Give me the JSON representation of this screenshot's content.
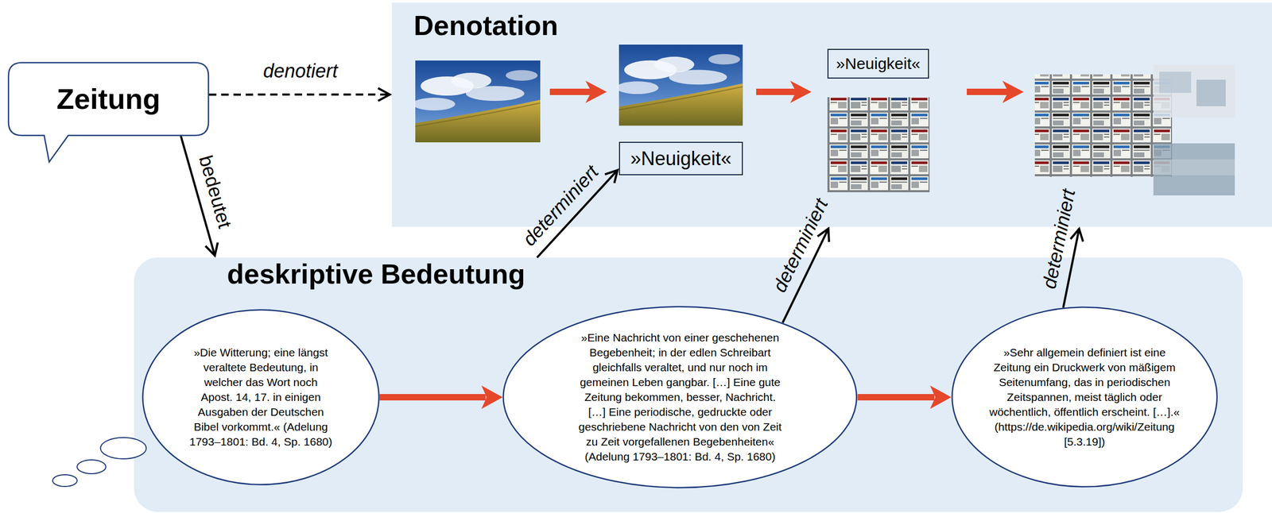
{
  "diagram": {
    "nodes": [
      {
        "text": [
          "Zeitung"
        ]
      },
      {
        "text": [
          "Denotation"
        ]
      },
      {
        "text": [
          "»Neuigkeit«"
        ],
        "in": 1
      },
      {
        "text": [
          "»Neuigkeit«"
        ],
        "in": 1
      },
      {
        "text": [
          "deskriptive Bedeutung"
        ]
      },
      {
        "text": [
          "»Die Witterung; eine längst veraltete Bedeutung, in welcher das Wort noch Apost. 14, 17. in einigen Ausgaben der Deutschen Bibel vorkommt.« (Adelung 1793–1801: Bd. 4, Sp. 1680)"
        ],
        "in": 4
      },
      {
        "text": [
          "»Eine Nachricht von einer geschehenen Begebenheit; in der edlen Schreibart gleichfalls veraltet, und nur noch im gemeinen Leben gangbar. […] Eine gute Zeitung bekommen, besser, Nachricht. […] Eine periodische, gedruckte oder geschriebene Nachricht von den von Zeit zu Zeit vorgefallenen Begebenheiten« (Adelung 1793–1801: Bd. 4, Sp. 1680)"
        ],
        "in": 4
      },
      {
        "text": [
          "»Sehr allgemein definiert ist eine Zeitung ein Druckwerk von mäßigem Seitenumfang, das in periodischen Zeitspannen, meist täglich oder wöchentlich, öffentlich erscheint. […].« (https://de.wikipedia.org/wiki/Zeitung [5.3.19])"
        ],
        "in": 4
      }
    ],
    "edges": [
      {
        "from": 0,
        "to": 1,
        "label": "denotiert",
        "arrow": "to"
      },
      {
        "from": 0,
        "to": 4,
        "label": "bedeutet",
        "arrow": "to"
      },
      {
        "from": 4,
        "to": 2,
        "label": "determiniert",
        "arrow": "to"
      },
      {
        "from": 6,
        "to": 1,
        "label": "determiniert",
        "arrow": "to"
      },
      {
        "from": 7,
        "to": 1,
        "label": "determiniert",
        "arrow": "to"
      },
      {
        "from": 5,
        "to": 6,
        "arrow": "to"
      },
      {
        "from": 6,
        "to": 7,
        "arrow": "to"
      }
    ]
  }
}
